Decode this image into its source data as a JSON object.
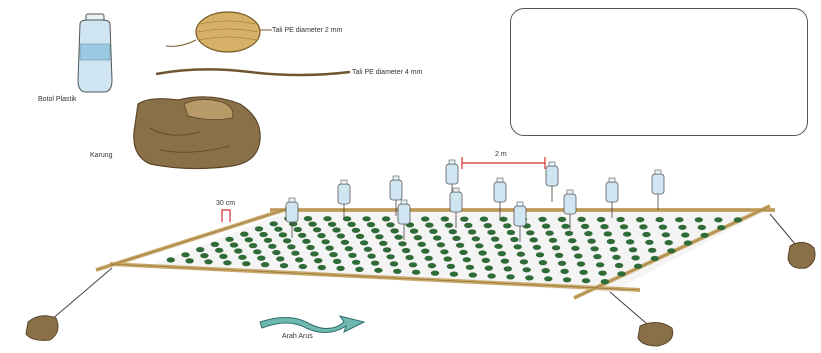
{
  "labels": {
    "bottle": "Botol Plastik",
    "rope_roll": "Tali PE diameter 2 mm",
    "rope_line": "Tali PE diameter 4 mm",
    "sack": "Karung",
    "spacing": "2 m",
    "depth": "30 cm",
    "current": "Arah Arus"
  },
  "colors": {
    "bamboo": "#c9a86a",
    "seaweed": "#2f6b36",
    "sack": "#8a7048",
    "bottle": "#cfe6f2",
    "arrow_current": "#6fb8b2",
    "arrow_green": "#2fa04a",
    "dimension": "#d23030"
  },
  "icons": [
    "bottle-icon",
    "rope-roll-icon",
    "sack-icon",
    "down-arrow-icon",
    "current-arrow-icon"
  ]
}
